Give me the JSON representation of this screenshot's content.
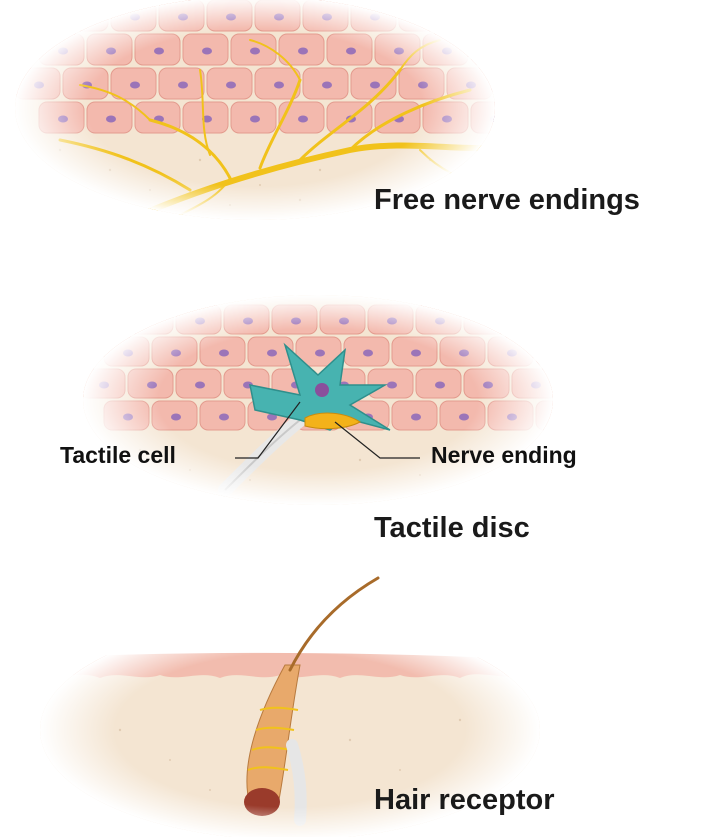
{
  "panels": [
    {
      "title": "Free nerve endings"
    },
    {
      "title": "Tactile disc",
      "labels": {
        "left": "Tactile cell",
        "right": "Nerve ending"
      }
    },
    {
      "title": "Hair receptor"
    }
  ],
  "colors": {
    "epidermal_cell": "#f3b9ad",
    "cell_nucleus": "#9b74b8",
    "dermis": "#f3e3d0",
    "nerve": "#f1c21b",
    "tactile_cell": "#47b3b0",
    "nerve_ending": "#f3b21a",
    "hair": "#a86b2a"
  }
}
